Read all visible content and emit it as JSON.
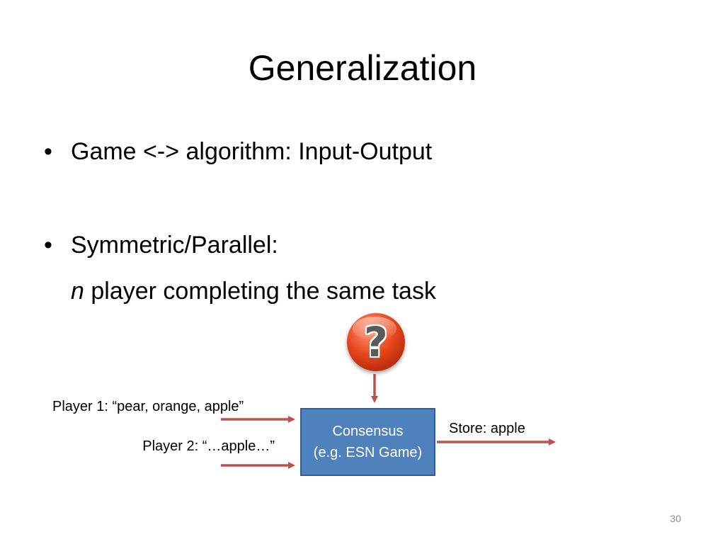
{
  "slide": {
    "title": "Generalization",
    "bullets": [
      {
        "text": "Game <-> algorithm: Input-Output"
      },
      {
        "text": "Symmetric/Parallel:"
      }
    ],
    "sub_line": {
      "italic_part": "n",
      "rest": " player completing the same task"
    },
    "diagram": {
      "box_line1": "Consensus",
      "box_line2": "(e.g. ESN Game)",
      "player1_label": "Player 1: “pear, orange, apple”",
      "player2_label": "Player 2: “…apple…”",
      "output_label": "Store: apple",
      "box_color": "#4f81bd",
      "arrow_color": "#c0504d",
      "icon": "question-mark-icon"
    },
    "page_number": "30"
  }
}
